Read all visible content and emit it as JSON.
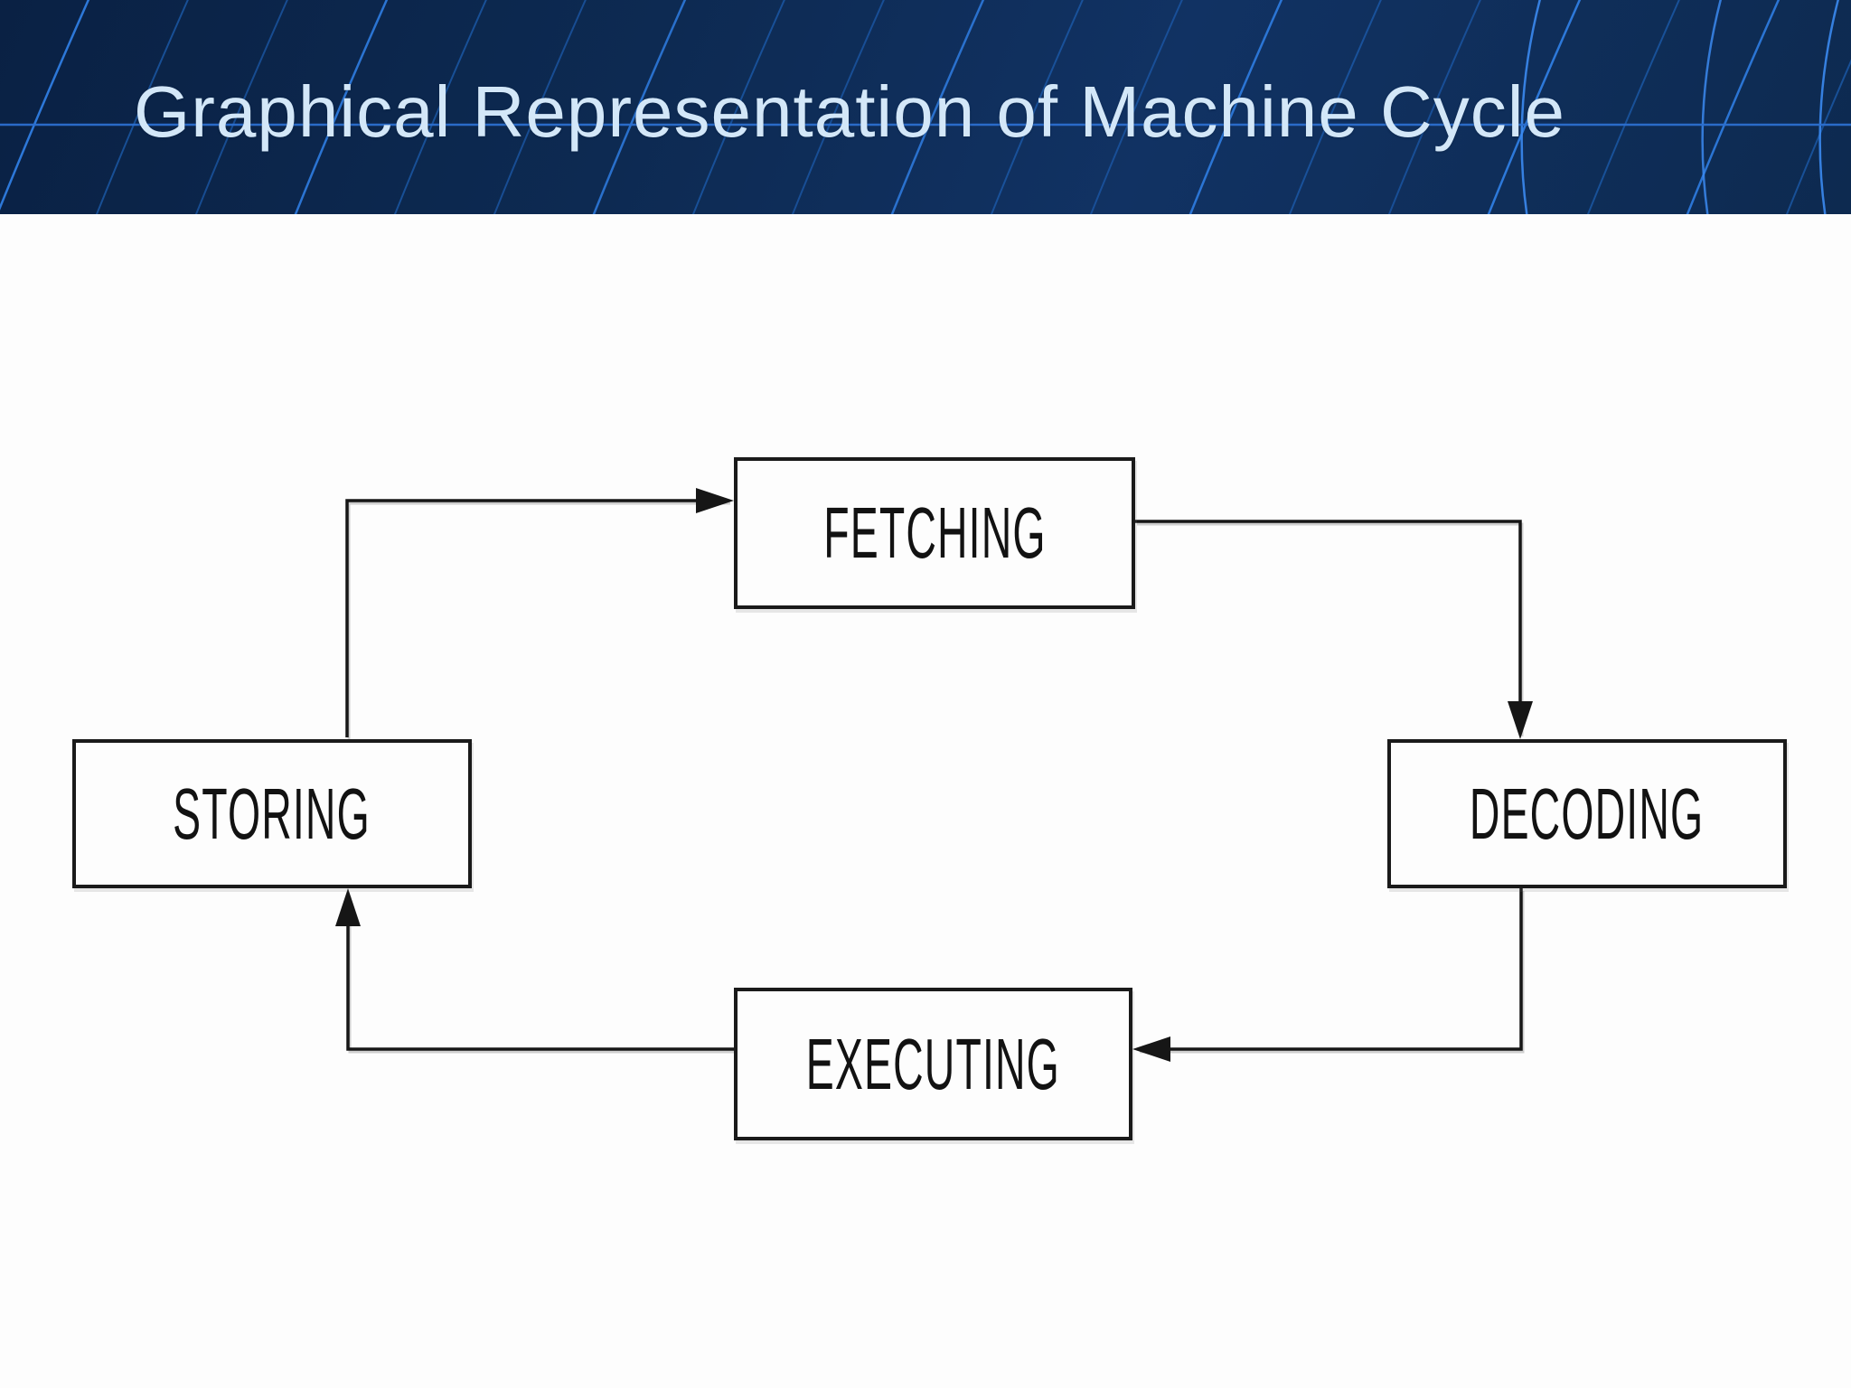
{
  "slide": {
    "title": "Graphical Representation of Machine Cycle",
    "banner": {
      "background_color": "#0d2a52",
      "mesh_line_color": "#1c5aa9",
      "mesh_bright_line_color": "#2f7de2",
      "title_color": "#d3e7f8"
    },
    "diagram": {
      "box_fill": "#fdfdfd",
      "box_border_color": "#1a1a1a",
      "connector_color": "#161616",
      "nodes": [
        {
          "id": "fetching",
          "label": "FETCHING"
        },
        {
          "id": "decoding",
          "label": "DECODING"
        },
        {
          "id": "executing",
          "label": "EXECUTING"
        },
        {
          "id": "storing",
          "label": "STORING"
        }
      ],
      "edges": [
        {
          "from": "storing",
          "to": "fetching"
        },
        {
          "from": "fetching",
          "to": "decoding"
        },
        {
          "from": "decoding",
          "to": "executing"
        },
        {
          "from": "executing",
          "to": "storing"
        }
      ]
    }
  }
}
